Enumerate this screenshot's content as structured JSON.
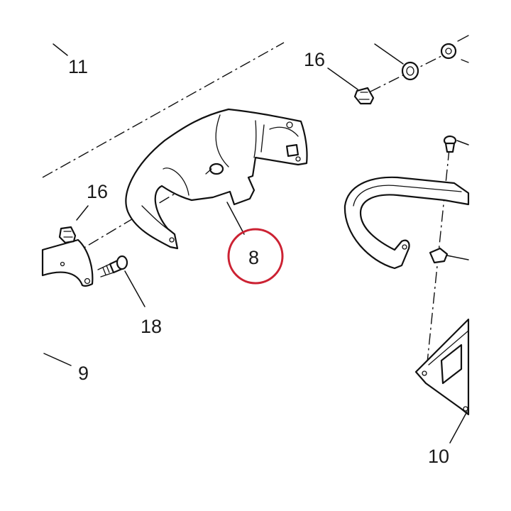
{
  "diagram": {
    "callouts": {
      "c11": "11",
      "c16_top": "16",
      "c16_left": "16",
      "c8": "8",
      "c18": "18",
      "c9": "9",
      "c10": "10"
    },
    "highlight_color": "#cc2233",
    "line_color": "#111111"
  }
}
